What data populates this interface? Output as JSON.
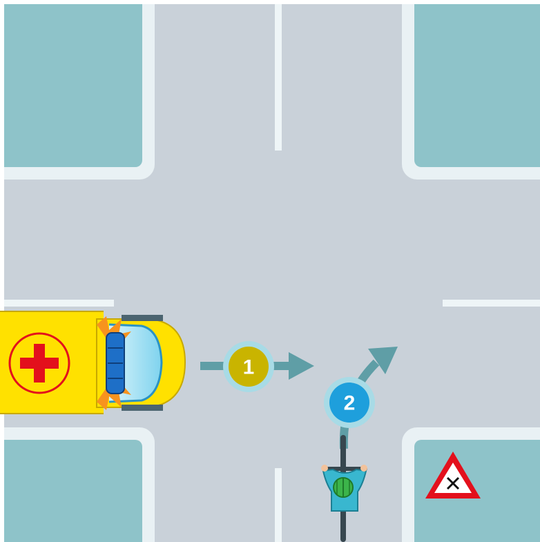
{
  "scene": {
    "colors": {
      "road": "#c9d1d9",
      "block": "#8ec3c9",
      "curb": "#e9f1f4",
      "lane_marking": "#eef5f7",
      "arrow": "#5f9ea6",
      "badge_1": "#c9b400",
      "badge_2": "#1e9fdc",
      "badge_ring": "#a8dbe6",
      "ambulance": "#ffe100",
      "ambulance_cross": "#e3101c",
      "siren": "#1e6fc7",
      "sign_border": "#e3101c"
    },
    "markers": [
      {
        "id": "1",
        "label": "1",
        "subject": "ambulance",
        "direction": "straight"
      },
      {
        "id": "2",
        "label": "2",
        "subject": "cyclist",
        "direction": "right-turn"
      }
    ],
    "sign": {
      "type": "priority-crossroads-warning",
      "icon": "x-icon"
    },
    "ambulance": {
      "emergency_lights": "on",
      "icon": "red-cross-icon"
    },
    "cyclist": {
      "helmet_color": "#3cb44a"
    }
  }
}
